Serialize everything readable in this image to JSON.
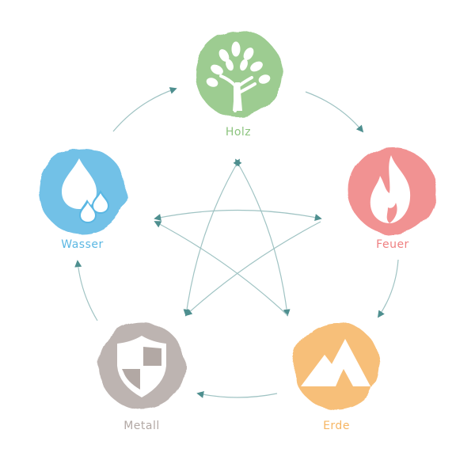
{
  "elements": [
    {
      "id": "holz",
      "label": "Holz",
      "color": "#8cc47e",
      "icon": "tree-icon"
    },
    {
      "id": "feuer",
      "label": "Feuer",
      "color": "#ef7f80",
      "icon": "flame-icon"
    },
    {
      "id": "erde",
      "label": "Erde",
      "color": "#f6b562",
      "icon": "mountain-icon"
    },
    {
      "id": "metall",
      "label": "Metall",
      "color": "#b2a8a4",
      "icon": "shield-icon"
    },
    {
      "id": "wasser",
      "label": "Wasser",
      "color": "#5ab7e3",
      "icon": "water-drops-icon"
    }
  ],
  "arrow_color": "#4e8f8f"
}
